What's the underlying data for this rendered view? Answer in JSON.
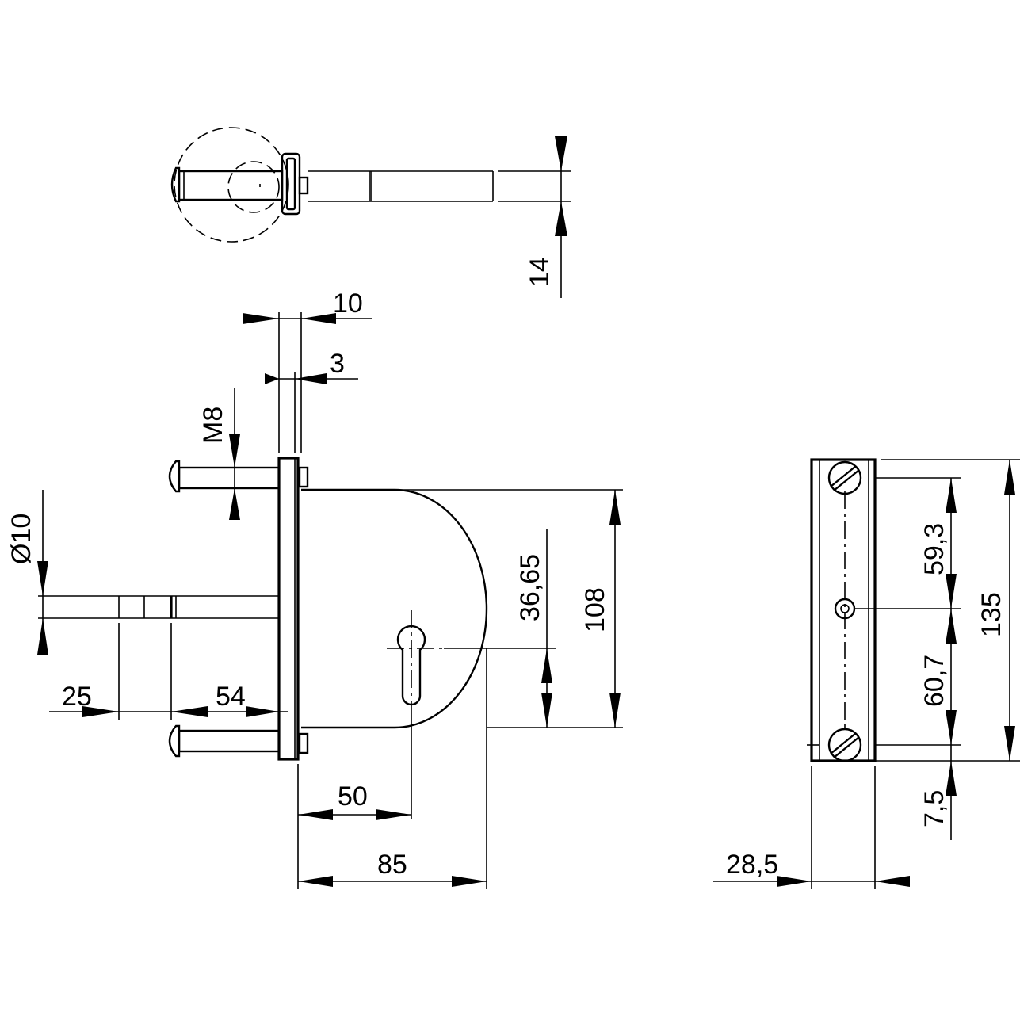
{
  "dimensions": {
    "bar_thickness": "14",
    "plate_width": "10",
    "plate_inner": "3",
    "thread": "M8",
    "spindle_diameter": "Ø10",
    "spindle_start": "25",
    "spindle_length": "54",
    "keyhole_offset": "50",
    "body_width": "85",
    "keyhole_height": "36,65",
    "body_height": "108",
    "keeper_upper": "59,3",
    "keeper_lower": "60,7",
    "keeper_total": "135",
    "keeper_edge": "7,5",
    "keeper_width": "28,5"
  }
}
